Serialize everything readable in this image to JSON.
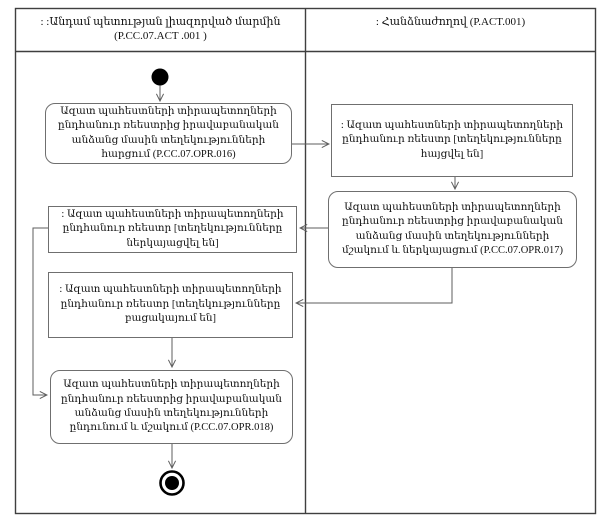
{
  "diagram_type": "uml-activity-swimlane",
  "lanes": {
    "left": {
      "title": ": :Անդամ պետության լիազորված մարմին",
      "code": "(P.CC.07.ACT .001 )"
    },
    "right": {
      "title": ": Հանձնաժողով (P.ACT.001)"
    }
  },
  "nodes": {
    "opr016": {
      "label": "Ազատ պահեստների տիրապետողների ընդհանուր ռեեստրից իրավաբանական անձանց մասին տեղեկությունների հարցում (P.CC.07.OPR.016)"
    },
    "state_requested": {
      "label": ": Ազատ պահեստների տիրապետողների ընդհանուր ռեեստր [տեղեկությունները հայցվել են]"
    },
    "opr017": {
      "label": "Ազատ պահեստների տիրապետողների ընդհանուր ռեեստրից իրավաբանական անձանց մասին տեղեկությունների մշակում և ներկայացում (P.CC.07.OPR.017)"
    },
    "state_presented": {
      "label": ": Ազատ պահեստների տիրապետողների ընդհանուր ռեեստր [տեղեկությունները ներկայացվել են]"
    },
    "state_absent": {
      "label": ": Ազատ պահեստների տիրապետողների ընդհանուր ռեեստր [տեղեկությունները բացակայում են]"
    },
    "opr018": {
      "label": "Ազատ պահեստների տիրապետողների ընդհանուր ռեեստրից իրավաբանական անձանց մասին տեղեկությունների ընդունում և մշակում (P.CC.07.OPR.018)"
    }
  },
  "colors": {
    "frame_border": "#3f3f3f",
    "box_border": "#6f6f6f",
    "arrow": "#5d5d5d",
    "node_fill": "#000000",
    "text": "#111111",
    "background": "#ffffff"
  }
}
